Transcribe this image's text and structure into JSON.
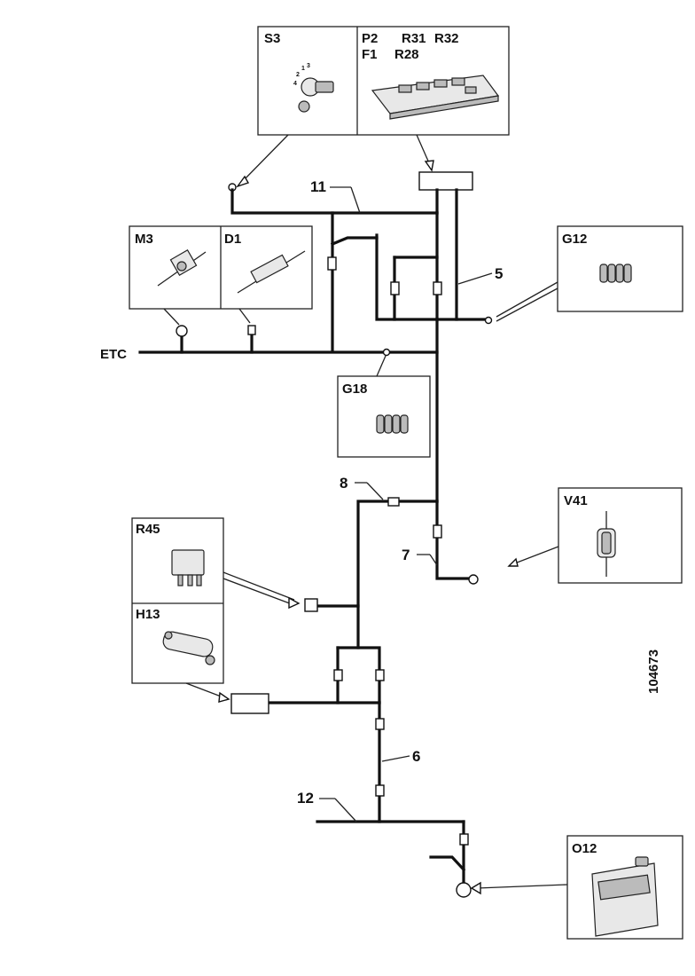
{
  "components": {
    "s3": {
      "label": "S3"
    },
    "p2": {
      "label": "P2"
    },
    "r31": {
      "label": "R31"
    },
    "r32": {
      "label": "R32"
    },
    "f1": {
      "label": "F1"
    },
    "r28": {
      "label": "R28"
    },
    "m3": {
      "label": "M3"
    },
    "d1": {
      "label": "D1"
    },
    "g12": {
      "label": "G12"
    },
    "g18": {
      "label": "G18"
    },
    "v41": {
      "label": "V41"
    },
    "r45": {
      "label": "R45"
    },
    "h13": {
      "label": "H13"
    },
    "o12": {
      "label": "O12"
    }
  },
  "wire_numbers": [
    "11",
    "5",
    "8",
    "7",
    "6",
    "12"
  ],
  "etc_label": "ETC",
  "figure_number": "104673",
  "switch_dial_marks": [
    "1",
    "2",
    "3",
    "4"
  ]
}
